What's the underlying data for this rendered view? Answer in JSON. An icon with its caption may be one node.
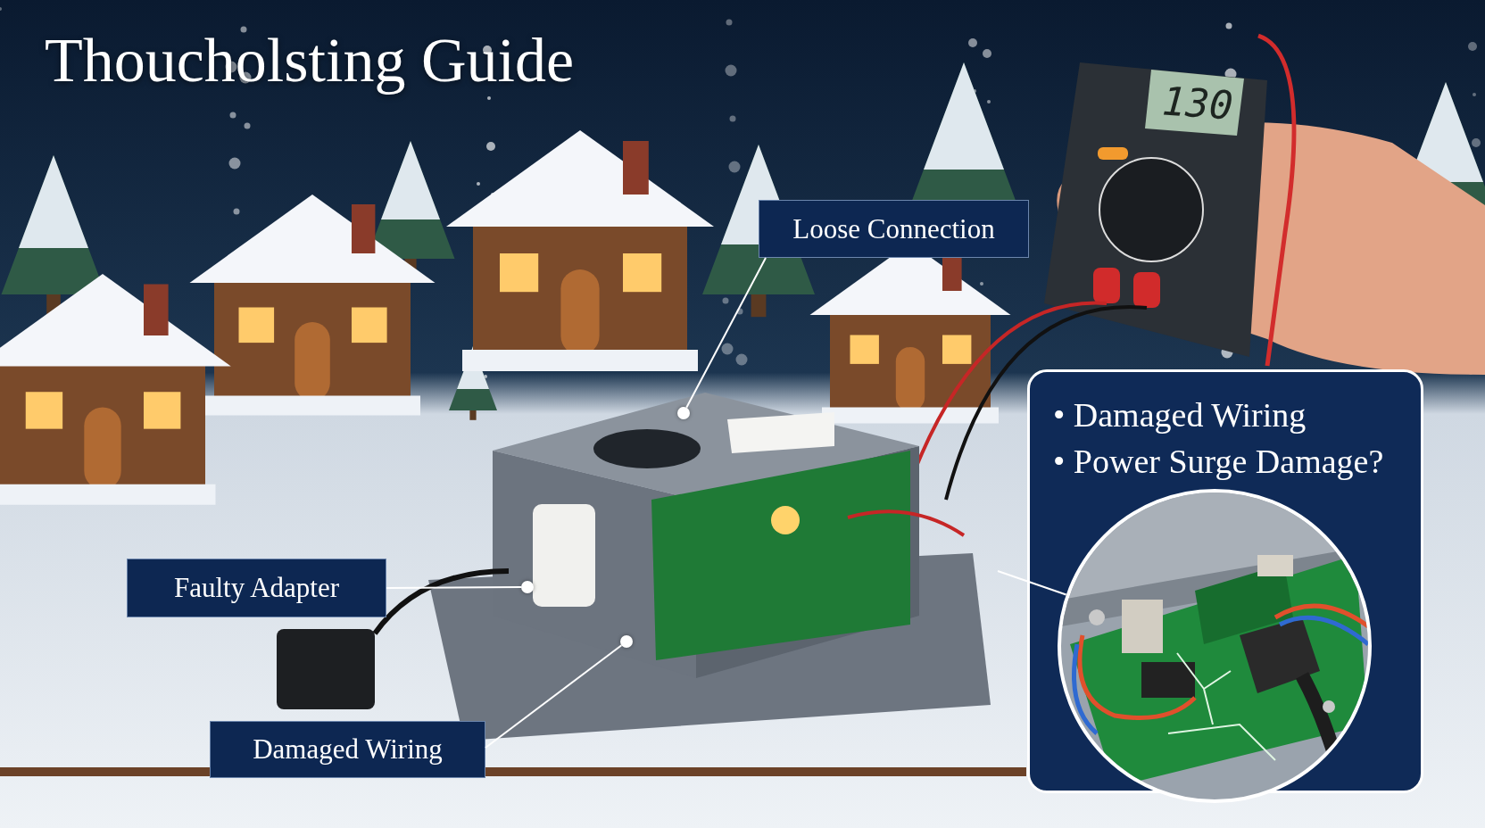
{
  "diagram": {
    "title": "Thoucholsting Guide",
    "nodes": [
      {
        "text": [
          "Loose Connection"
        ]
      },
      {
        "text": [],
        "shape": "circle"
      },
      {
        "text": [
          "Faulty Adapter"
        ]
      },
      {
        "text": [],
        "shape": "circle"
      },
      {
        "text": [
          "Damaged Wiring"
        ]
      },
      {
        "text": [],
        "shape": "circle"
      },
      {
        "text": [
          "• Damaged Wiring",
          "• Power Surge Damage?"
        ]
      },
      {
        "text": [],
        "shape": "picture",
        "in": 6
      }
    ],
    "edges": [
      {
        "from": 0,
        "to": 1,
        "arrow": "none"
      },
      {
        "from": 2,
        "to": 3,
        "arrow": "none"
      },
      {
        "from": 4,
        "to": 5,
        "arrow": "none"
      },
      {
        "from": 7,
        "to": null,
        "arrow": "none"
      }
    ],
    "labels": [
      "130"
    ]
  }
}
